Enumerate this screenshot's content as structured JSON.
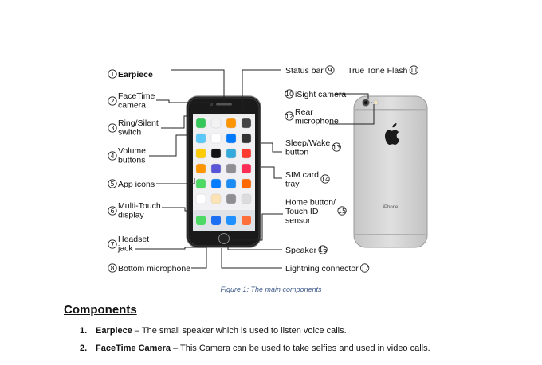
{
  "figure": {
    "caption": "Figure 1: The main components",
    "left_labels": [
      {
        "num": "1",
        "lines": [
          "Earpiece"
        ],
        "bold": true
      },
      {
        "num": "2",
        "lines": [
          "FaceTime",
          "camera"
        ]
      },
      {
        "num": "3",
        "lines": [
          "Ring/Silent",
          "switch"
        ]
      },
      {
        "num": "4",
        "lines": [
          "Volume",
          "buttons"
        ]
      },
      {
        "num": "5",
        "lines": [
          "App icons"
        ]
      },
      {
        "num": "6",
        "lines": [
          "Multi-Touch",
          "display"
        ]
      },
      {
        "num": "7",
        "lines": [
          "Headset",
          "jack"
        ]
      },
      {
        "num": "8",
        "lines": [
          "Bottom microphone"
        ]
      }
    ],
    "right_labels": [
      {
        "num": "9",
        "lines": [
          "Status bar"
        ]
      },
      {
        "num": "10",
        "lines": [
          "iSight camera"
        ]
      },
      {
        "num": "11",
        "lines": [
          "True Tone Flash"
        ]
      },
      {
        "num": "12",
        "lines": [
          "Rear",
          "microphone"
        ]
      },
      {
        "num": "13",
        "lines": [
          "Sleep/Wake",
          "button"
        ]
      },
      {
        "num": "14",
        "lines": [
          "SIM card",
          "tray"
        ]
      },
      {
        "num": "15",
        "lines": [
          "Home button/",
          "Touch ID",
          "sensor"
        ]
      },
      {
        "num": "16",
        "lines": [
          "Speaker"
        ]
      },
      {
        "num": "17",
        "lines": [
          "Lightning connector"
        ]
      }
    ],
    "back_brand": "iPhone"
  },
  "section": {
    "heading": "Components",
    "items": [
      {
        "num": "1.",
        "term": "Earpiece",
        "desc": " – The small speaker which is used to listen voice calls."
      },
      {
        "num": "2.",
        "term": "FaceTime Camera",
        "desc": " – This Camera can be used to take selfies and used in video calls."
      }
    ]
  },
  "colors": {
    "app_icons": [
      "#35c759",
      "#f2f2f2",
      "#ff9500",
      "#444444",
      "#5ac8fa",
      "#ffffff",
      "#007aff",
      "#333333",
      "#ffcc00",
      "#111111",
      "#34aadc",
      "#ff3b30",
      "#ff9500",
      "#5856d6",
      "#8e8e93",
      "#ff2d55",
      "#4cd964",
      "#007aff",
      "#1c8cf5",
      "#ff6a00",
      "#ffffff",
      "#fce3b5",
      "#8e8e93",
      "#dcdcdc"
    ],
    "dock_icons": [
      "#4cd964",
      "#1e6ff2",
      "#1e90ff",
      "#ff6f3c"
    ]
  }
}
